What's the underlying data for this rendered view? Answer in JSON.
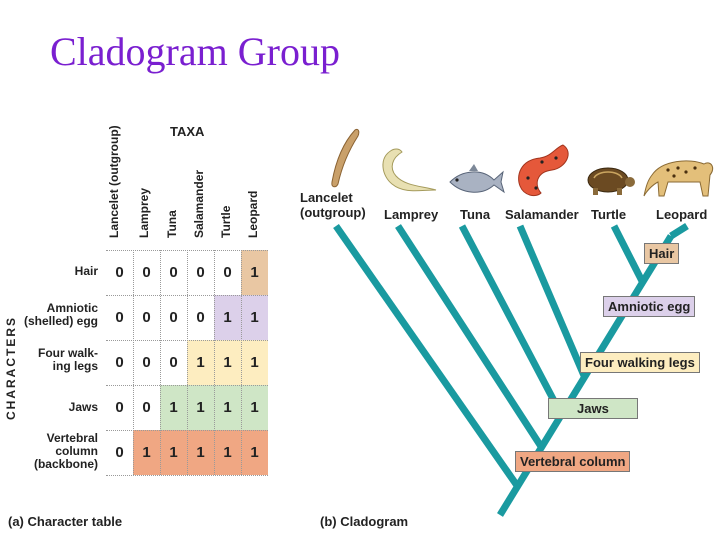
{
  "title": "Cladogram Group",
  "table": {
    "heading": "TAXA",
    "axis_label": "CHARACTERS",
    "caption": "(a) Character table",
    "taxa": [
      "Lancelet\n(outgroup)",
      "Lamprey",
      "Tuna",
      "Salamander",
      "Turtle",
      "Leopard"
    ],
    "characters": [
      "Hair",
      "Amniotic\n(shelled) egg",
      "Four walk-\ning legs",
      "Jaws",
      "Vertebral\ncolumn\n(backbone)"
    ],
    "values": [
      [
        0,
        0,
        0,
        0,
        0,
        1
      ],
      [
        0,
        0,
        0,
        0,
        1,
        1
      ],
      [
        0,
        0,
        0,
        1,
        1,
        1
      ],
      [
        0,
        0,
        1,
        1,
        1,
        1
      ],
      [
        0,
        1,
        1,
        1,
        1,
        1
      ]
    ],
    "row_colors": [
      "#e9c7a3",
      "#dcd0ea",
      "#fdedc0",
      "#cfe6c6",
      "#f0a783"
    ]
  },
  "cladogram": {
    "caption": "(b) Cladogram",
    "taxa": [
      "Lancelet\n(outgroup)",
      "Lamprey",
      "Tuna",
      "Salamander",
      "Turtle",
      "Leopard"
    ],
    "characters": [
      "Hair",
      "Amniotic egg",
      "Four walking legs",
      "Jaws",
      "Vertebral column"
    ],
    "branch_color": "#1a9aa0"
  }
}
